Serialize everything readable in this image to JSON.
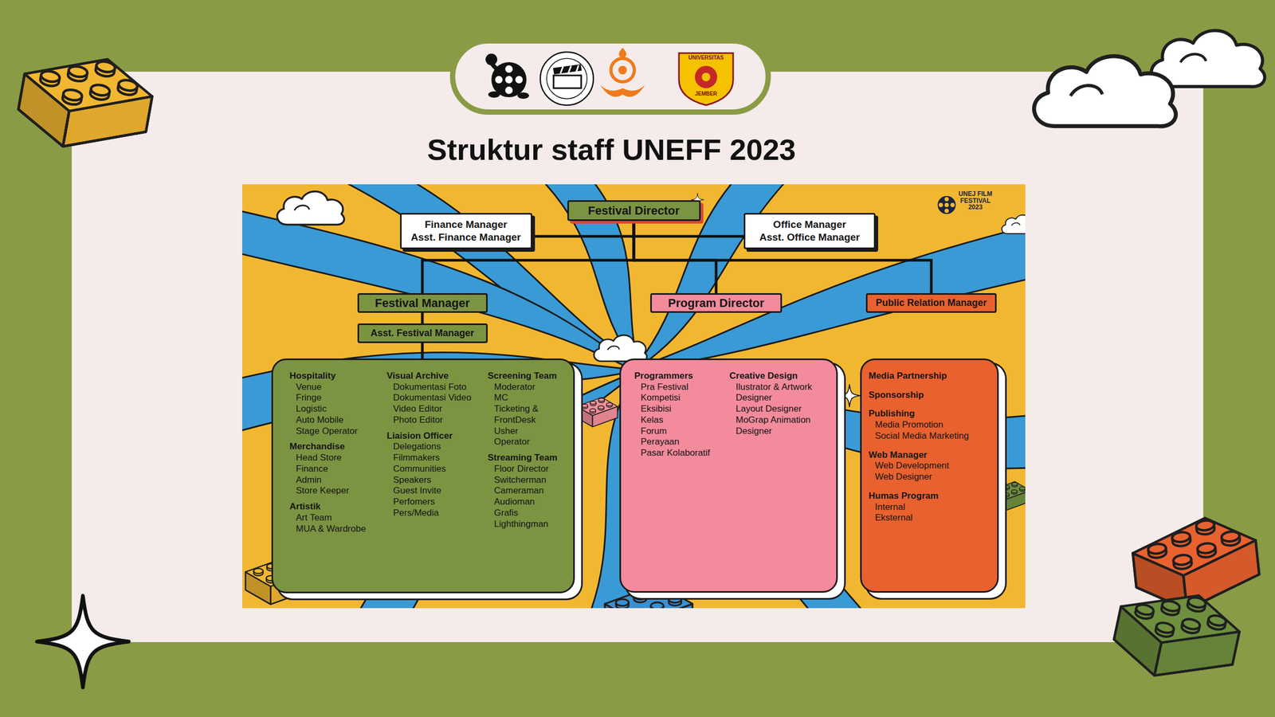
{
  "diagram": {
    "title": "Struktur staff UNEFF 2023",
    "nodes": [
      {
        "text": [
          "Festival Director"
        ]
      },
      {
        "text": [
          "Finance Manager",
          "Asst. Finance Manager"
        ]
      },
      {
        "text": [
          "Office Manager",
          "Asst. Office Manager"
        ]
      },
      {
        "text": [
          "Festival Manager"
        ]
      },
      {
        "text": [
          "Asst. Festival Manager"
        ]
      },
      {
        "text": [
          "Program Director"
        ]
      },
      {
        "text": [
          "Public Relation Manager"
        ]
      },
      {
        "text": [
          "Hospitality",
          "Venue",
          "Fringe",
          "Logistic",
          "Auto Mobile",
          "Stage Operator",
          "Merchandise",
          "Head Store",
          "Finance",
          "Admin",
          "Store Keeper",
          "Artistik",
          "Art Team",
          "MUA & Wardrobe",
          "Visual Archive",
          "Dokumentasi Foto",
          "Dokumentasi Video",
          "Video Editor",
          "Photo Editor",
          "Liaision Officer",
          "Delegations",
          "Filmmakers",
          "Communities",
          "Speakers",
          "Guest Invite",
          "Perfomers",
          "Pers/Media",
          "Screening Team",
          "Moderator",
          "MC",
          "Ticketing & FrontDesk",
          "Usher",
          "Operator",
          "Streaming Team",
          "Floor Director",
          "Switcherman",
          "Cameraman",
          "Audioman",
          "Grafis",
          "Lighthingman"
        ]
      },
      {
        "text": [
          "Programmers",
          "Pra Festival",
          "Kompetisi",
          "Eksibisi",
          "Kelas",
          "Forum",
          "Perayaan",
          "Pasar Kolaboratif",
          "Creative Design",
          "Ilustrator & Artwork Designer",
          "Layout Designer",
          "MoGrap Animation Designer"
        ]
      },
      {
        "text": [
          "Media Partnership",
          "Sponsorship",
          "Publishing",
          "Media Promotion",
          "Social Media Marketing",
          "Web Manager",
          "Web Development",
          "Web Designer",
          "Humas Program",
          "Internal",
          "Eksternal"
        ]
      }
    ],
    "edges": [
      {
        "from": 0,
        "to": 1,
        "arrow": "none"
      },
      {
        "from": 0,
        "to": 2,
        "arrow": "none"
      },
      {
        "from": 0,
        "to": 3,
        "arrow": "none"
      },
      {
        "from": 0,
        "to": 5,
        "arrow": "none"
      },
      {
        "from": 0,
        "to": 6,
        "arrow": "none"
      },
      {
        "from": 3,
        "to": 4,
        "arrow": "none"
      },
      {
        "from": 4,
        "to": 7,
        "arrow": "none"
      }
    ],
    "labels": [
      "UNIVERSITAS",
      "JEMBER",
      "UNEJ FILM FESTIVAL 2023"
    ]
  }
}
